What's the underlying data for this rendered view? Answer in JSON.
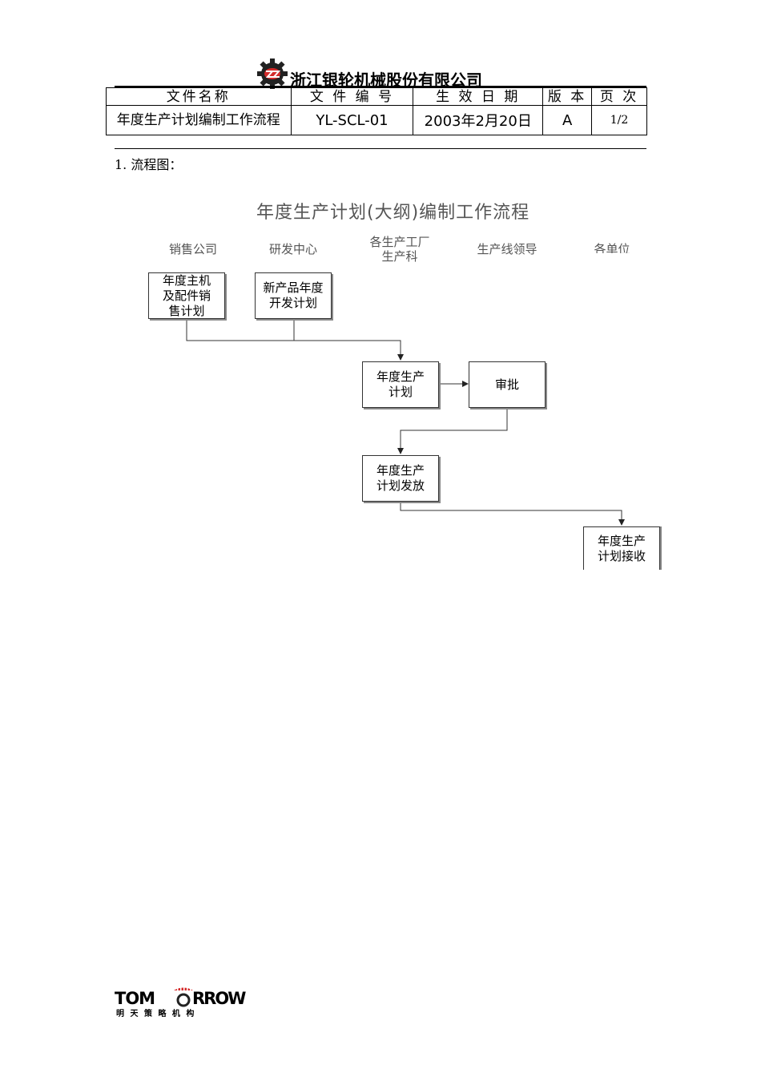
{
  "header": {
    "company_name": "浙江银轮机械股份有限公司",
    "logo_icon": "yinlun-gear-logo-icon"
  },
  "meta_table": {
    "headers": [
      "文件名称",
      "文 件 编 号",
      "生 效 日 期",
      "版 本",
      "页 次"
    ],
    "values": {
      "doc_name": "年度生产计划编制工作流程",
      "doc_number": "YL-SCL-01",
      "effective_date": "2003年2月20日",
      "version": "A",
      "page": "1/2"
    }
  },
  "section_heading": "1. 流程图：",
  "flowchart": {
    "title": "年度生产计划(大纲)编制工作流程",
    "lanes": [
      "销售公司",
      "研发中心",
      "各生产工厂生产科",
      "生产线领导",
      "各单位"
    ],
    "boxes": {
      "sales_plan": "年度主机及配件销售计划",
      "new_product_plan": "新产品年度开发计划",
      "production_plan": "年度生产计划",
      "approval": "审批",
      "plan_release": "年度生产计划发放",
      "plan_receive": "年度生产计划接收"
    }
  },
  "footer": {
    "logo_text_left": "TOM",
    "logo_text_right": "RROW",
    "logo_caption": "明 天 策 略 机 构",
    "logo_accent_color": "#d42a2a"
  }
}
